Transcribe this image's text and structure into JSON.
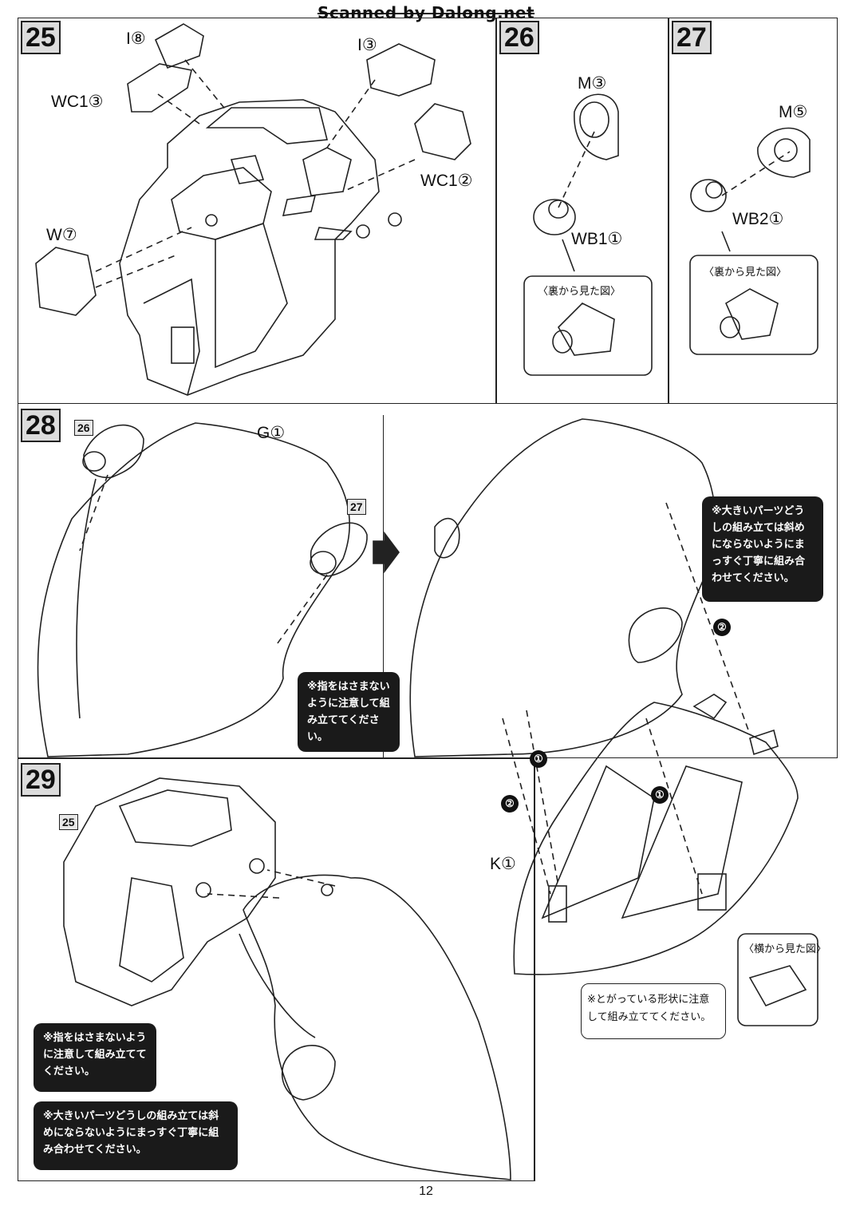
{
  "watermark": "Scanned by Dalong.net",
  "page_number": "12",
  "step25": {
    "number": "25",
    "parts": [
      "I⑧",
      "I③",
      "WC1③",
      "WC1②",
      "W⑦"
    ]
  },
  "step26": {
    "number": "26",
    "parts": [
      "M③",
      "WB1①"
    ],
    "view_title": "〈裏から見た図〉"
  },
  "step27": {
    "number": "27",
    "parts": [
      "M⑤",
      "WB2①"
    ],
    "view_title": "〈裏から見た図〉"
  },
  "step28": {
    "number": "28",
    "ref_a": "26",
    "ref_b": "27",
    "part_g": "G①",
    "part_k": "K①",
    "note_fingers": "※指をはさまないように注意して組み立ててください。",
    "note_large": "※大きいパーツどうしの組み立ては斜めにならないようにまっすぐ丁寧に組み合わせてください。",
    "note_shape": "※とがっている形状に注意して組み立ててください。",
    "side_view_title": "〈横から見た図〉",
    "badges": [
      "①",
      "②",
      "①",
      "②"
    ]
  },
  "step29": {
    "number": "29",
    "ref": "25",
    "note_fingers": "※指をはさまないように注意して組み立ててください。",
    "note_large": "※大きいパーツどうしの組み立ては斜めにならないようにまっすぐ丁寧に組み合わせてください。"
  }
}
